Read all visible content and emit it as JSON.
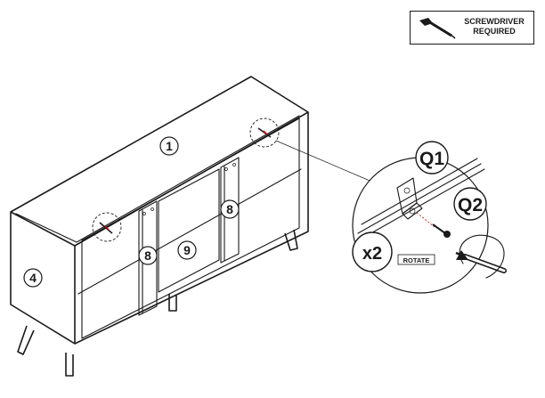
{
  "tool_badge": {
    "line1": "SCREWDRIVER",
    "line2": "REQUIRED",
    "icon": "screwdriver-icon"
  },
  "parts": {
    "top_panel": "1",
    "side_panel": "4",
    "divider_left": "8",
    "divider_right": "8",
    "back_panel": "9"
  },
  "hardware": {
    "bracket": "Q1",
    "screw": "Q2",
    "quantity": "x2",
    "action": "ROTATE"
  }
}
